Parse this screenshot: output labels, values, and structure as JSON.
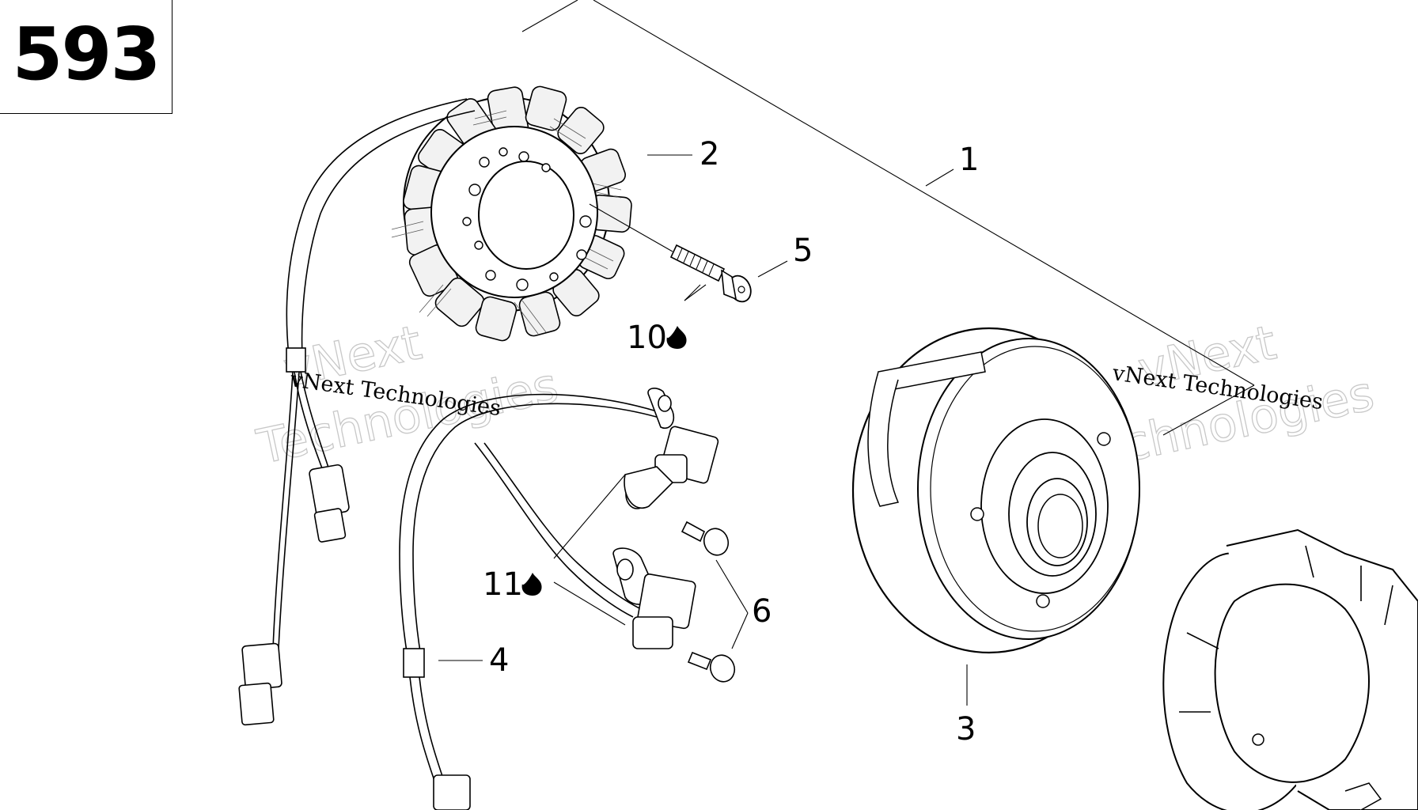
{
  "page_number": "593",
  "callouts": {
    "c1": "1",
    "c2": "2",
    "c3": "3",
    "c4": "4",
    "c5": "5",
    "c6": "6",
    "c10": "10",
    "c11": "11"
  },
  "watermark": {
    "line1": "vNext",
    "line2": "Technologies",
    "small": "vNext Technologies"
  },
  "icons": {
    "drop": "liquid-drop-icon"
  }
}
